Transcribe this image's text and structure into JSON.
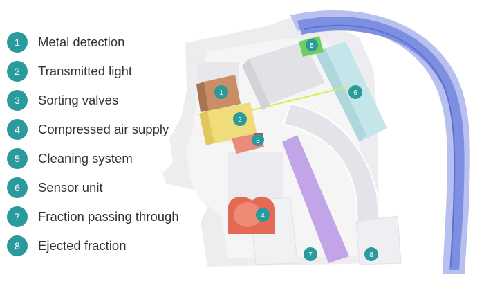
{
  "legend": {
    "items": [
      {
        "number": "1",
        "label": "Metal detection"
      },
      {
        "number": "2",
        "label": "Transmitted light"
      },
      {
        "number": "3",
        "label": "Sorting valves"
      },
      {
        "number": "4",
        "label": "Compressed air supply"
      },
      {
        "number": "5",
        "label": "Cleaning system"
      },
      {
        "number": "6",
        "label": "Sensor unit"
      },
      {
        "number": "7",
        "label": "Fraction passing through"
      },
      {
        "number": "8",
        "label": "Ejected fraction"
      }
    ]
  },
  "markers": {
    "m1": "1",
    "m2": "2",
    "m3": "3",
    "m4": "4",
    "m5": "5",
    "m6": "6",
    "m7": "7",
    "m8": "8"
  },
  "colors": {
    "badge": "#2a9a9c",
    "housing": "#7d8fe0",
    "metal_detection": "#c98e63",
    "transmitted_light": "#f0dc7a",
    "sorting_valves": "#ea8a7a",
    "compressed_air": "#e36a55",
    "cleaning_system": "#6fcf5d",
    "sensor_unit": "#bfe3e8",
    "fraction_through": "#b896e6"
  }
}
